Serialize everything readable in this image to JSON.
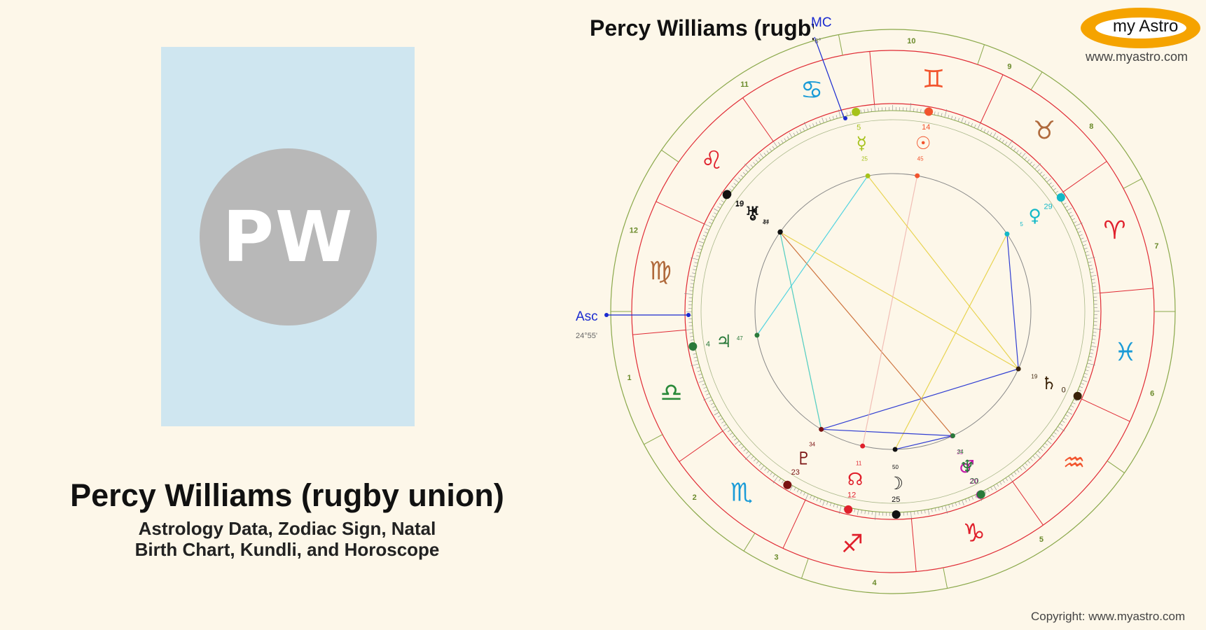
{
  "header": {
    "chart_title": "Percy Williams (rugby union)",
    "logo_text": "my Astro",
    "site_url": "www.myastro.com"
  },
  "profile": {
    "initials": "PW",
    "name": "Percy Williams (rugby union)",
    "subtitle_line1": "Astrology Data, Zodiac Sign, Natal",
    "subtitle_line2": "Birth Chart, Kundli, and Horoscope"
  },
  "footer": {
    "copyright": "Copyright: www.myastro.com"
  },
  "chart": {
    "asc_label": "Asc",
    "asc_degree": "24°55'",
    "mc_label": "MC",
    "mc_degree": "6°",
    "asc_longitude": 174.9,
    "mc_longitude": 66,
    "houses": [
      {
        "num": "1",
        "cusp": 174.9
      },
      {
        "num": "2",
        "cusp": 203
      },
      {
        "num": "3",
        "cusp": 233
      },
      {
        "num": "4",
        "cusp": 246
      },
      {
        "num": "5",
        "cusp": 276
      },
      {
        "num": "6",
        "cusp": 320
      },
      {
        "num": "7",
        "cusp": 354.9
      },
      {
        "num": "8",
        "cusp": 23
      },
      {
        "num": "9",
        "cusp": 53
      },
      {
        "num": "10",
        "cusp": 66
      },
      {
        "num": "11",
        "cusp": 96
      },
      {
        "num": "12",
        "cusp": 140
      }
    ],
    "signs": [
      {
        "name": "aries",
        "glyph": "♈",
        "color": "#e0202c"
      },
      {
        "name": "taurus",
        "glyph": "♉",
        "color": "#b06a3c"
      },
      {
        "name": "gemini",
        "glyph": "♊",
        "color": "#f2542d"
      },
      {
        "name": "cancer",
        "glyph": "♋",
        "color": "#1a9bd7"
      },
      {
        "name": "leo",
        "glyph": "♌",
        "color": "#e0202c"
      },
      {
        "name": "virgo",
        "glyph": "♍",
        "color": "#b06a3c"
      },
      {
        "name": "libra",
        "glyph": "♎",
        "color": "#2a8a3a"
      },
      {
        "name": "scorpio",
        "glyph": "♏",
        "color": "#1a9bd7"
      },
      {
        "name": "sagittarius",
        "glyph": "♐",
        "color": "#e0202c"
      },
      {
        "name": "capricorn",
        "glyph": "♑",
        "color": "#e0202c"
      },
      {
        "name": "aquarius",
        "glyph": "♒",
        "color": "#f2542d"
      },
      {
        "name": "pisces",
        "glyph": "♓",
        "color": "#1a9bd7"
      }
    ],
    "planets": [
      {
        "name": "sun",
        "glyph": "☉",
        "deg": "14",
        "min": "45",
        "lon": 74.75,
        "color": "#f2542d"
      },
      {
        "name": "moon",
        "glyph": "☽",
        "deg": "25",
        "min": "50",
        "lon": 265.8,
        "color": "#111111"
      },
      {
        "name": "mercury",
        "glyph": "☿",
        "deg": "5",
        "min": "25",
        "lon": 95.4,
        "color": "#a6c21a"
      },
      {
        "name": "venus",
        "glyph": "♀",
        "deg": "29",
        "min": "5",
        "lon": 29.1,
        "color": "#12b8c8"
      },
      {
        "name": "mars",
        "glyph": "♂",
        "deg": "20",
        "min": "21",
        "lon": 290.4,
        "color": "#c21aa8"
      },
      {
        "name": "jupiter",
        "glyph": "♃",
        "deg": "4",
        "min": "47",
        "lon": 184.8,
        "color": "#2a7a3a"
      },
      {
        "name": "saturn",
        "glyph": "♄",
        "deg": "0",
        "min": "19",
        "lon": 330.3,
        "color": "#3a2208"
      },
      {
        "name": "uranus",
        "glyph": "♅",
        "deg": "19",
        "min": "47",
        "lon": 139.8,
        "color": "#111111"
      },
      {
        "name": "neptune",
        "glyph": "♆",
        "deg": "20",
        "min": "34",
        "lon": 290.6,
        "color": "#2a7a3a"
      },
      {
        "name": "pluto",
        "glyph": "♇",
        "deg": "23",
        "min": "34",
        "lon": 233.6,
        "color": "#7a1212"
      },
      {
        "name": "north-node",
        "glyph": "☊",
        "deg": "12",
        "min": "11",
        "lon": 252.2,
        "color": "#e0202c"
      },
      {
        "name": "chiron",
        "glyph": "⚷",
        "deg": "19",
        "min": "34",
        "lon": 139.6,
        "color": "#111111"
      }
    ],
    "aspects": [
      {
        "from": "uranus",
        "to": "saturn",
        "type": "trine",
        "color": "#e6d040"
      },
      {
        "from": "uranus",
        "to": "pluto",
        "type": "trine",
        "color": "#e6d040"
      },
      {
        "from": "saturn",
        "to": "pluto",
        "type": "sextile",
        "color": "#1a2ad0"
      },
      {
        "from": "uranus",
        "to": "neptune",
        "type": "opposition",
        "color": "#c8642a"
      },
      {
        "from": "venus",
        "to": "saturn",
        "type": "sextile",
        "color": "#1a2ad0"
      },
      {
        "from": "venus",
        "to": "moon",
        "type": "trine",
        "color": "#e6d040"
      },
      {
        "from": "mercury",
        "to": "jupiter",
        "type": "square",
        "color": "#40d0e0"
      },
      {
        "from": "pluto",
        "to": "uranus",
        "type": "square",
        "color": "#40d0e0"
      },
      {
        "from": "neptune",
        "to": "moon",
        "type": "sextile",
        "color": "#1a2ad0"
      },
      {
        "from": "neptune",
        "to": "pluto",
        "type": "sextile",
        "color": "#1a2ad0"
      },
      {
        "from": "sun",
        "to": "north-node",
        "type": "opposition",
        "color": "#f0b8b0"
      },
      {
        "from": "mercury",
        "to": "saturn",
        "type": "trine",
        "color": "#e6d040"
      }
    ]
  }
}
